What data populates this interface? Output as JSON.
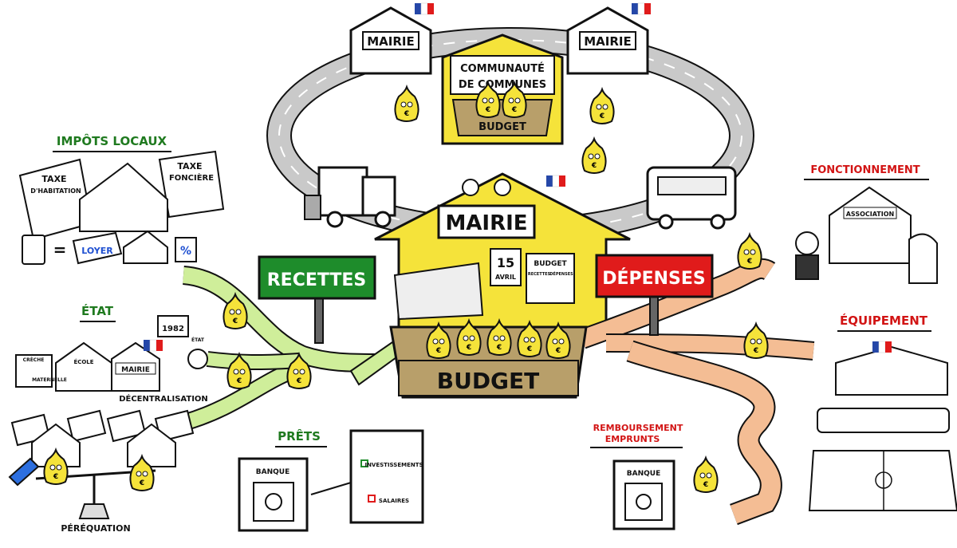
{
  "top": {
    "mairie_left": "MAIRIE",
    "mairie_right": "MAIRIE",
    "communaute_line1": "COMMUNAUTÉ",
    "communaute_line2": "DE COMMUNES",
    "small_budget": "BUDGET"
  },
  "center": {
    "mairie": "MAIRIE",
    "budget": "BUDGET",
    "calendar_day": "15",
    "calendar_month": "AVRIL",
    "board_title": "BUDGET",
    "board_recettes": "RECETTES",
    "board_depenses": "DÉPENSES"
  },
  "signs": {
    "recettes": "RECETTES",
    "depenses": "DÉPENSES"
  },
  "left": {
    "impots_locaux": "IMPÔTS LOCAUX",
    "taxe_habitation_1": "TAXE",
    "taxe_habitation_2": "D'HABITATION",
    "taxe_fonciere_1": "TAXE",
    "taxe_fonciere_2": "FONCIÈRE",
    "loyer": "LOYER",
    "etat": "ÉTAT",
    "year": "1982",
    "creche": "CRÈCHE",
    "ecole": "ÉCOLE",
    "maternelle": "MATERNELLE",
    "mairie_small": "MAIRIE",
    "decentralisation": "DÉCENTRALISATION",
    "etat_hat": "ÉTAT",
    "perequation": "PÉRÉQUATION"
  },
  "prets": {
    "title": "PRÊTS",
    "banque": "BANQUE",
    "investissements": "INVESTISSEMENTS",
    "salaires": "SALAIRES"
  },
  "right": {
    "fonctionnement": "FONCTIONNEMENT",
    "association": "ASSOCIATION",
    "equipement": "ÉQUIPEMENT",
    "remboursement_1": "REMBOURSEMENT",
    "remboursement_2": "EMPRUNTS",
    "banque": "BANQUE"
  },
  "colors": {
    "yellow": "#f5e33a",
    "green_sign": "#1e8c2b",
    "red_sign": "#e01b1b",
    "road": "#c9c9c9",
    "pipe_green": "#cfee9a",
    "pipe_orange": "#f4bd94",
    "basket": "#b89f6a",
    "label_green": "#1f7a1f",
    "label_red": "#d21414"
  }
}
